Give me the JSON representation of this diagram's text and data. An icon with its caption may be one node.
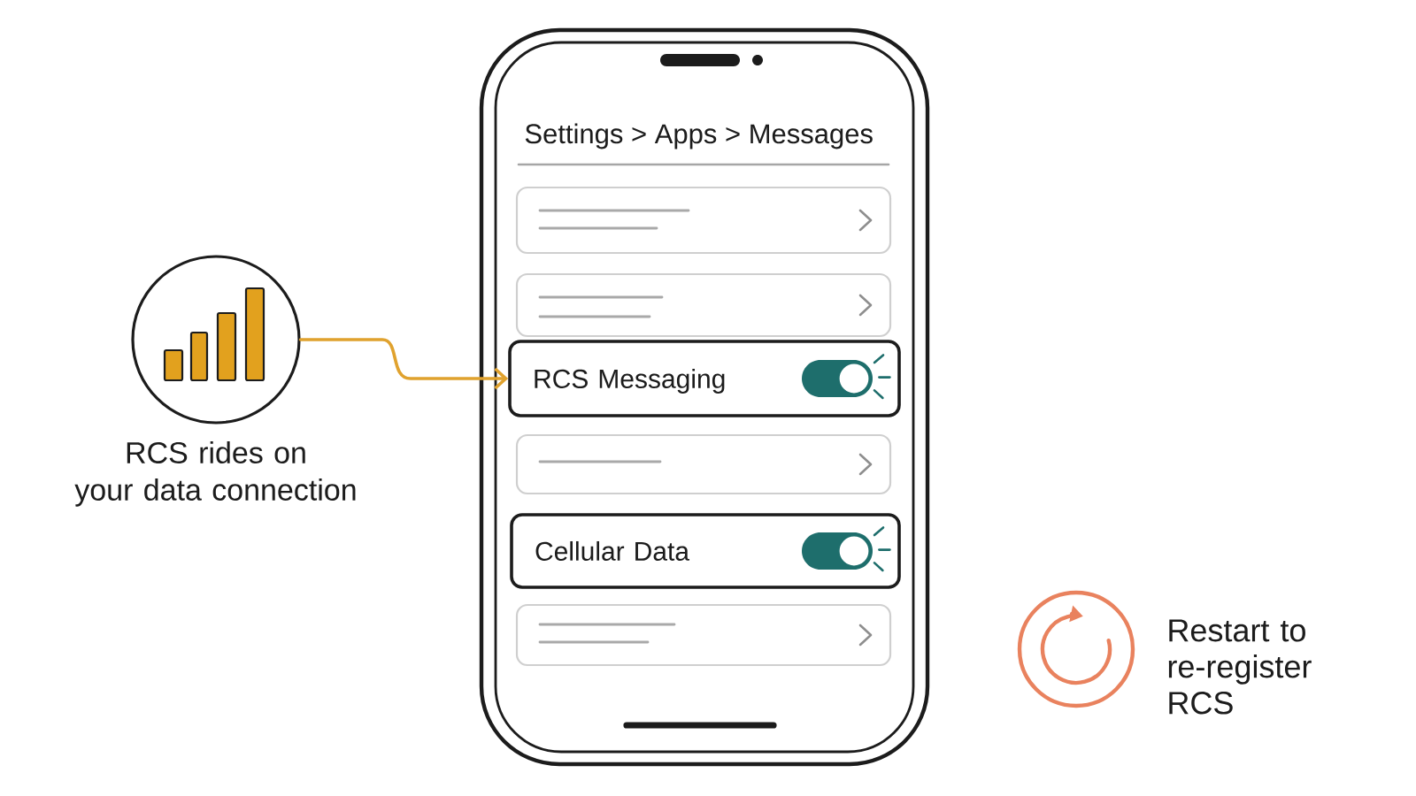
{
  "diagram": {
    "nodes": [
      {
        "text": [],
        "shape": "circle",
        "beside": [
          "RCS rides on your data connection"
        ]
      },
      {
        "text": [
          "Settings > Apps > Messages"
        ]
      },
      {
        "text": [],
        "shape": "box",
        "in": 1
      },
      {
        "text": [],
        "shape": "box",
        "in": 1
      },
      {
        "text": [
          "RCS Messaging"
        ],
        "in": 1
      },
      {
        "text": [],
        "shape": "box",
        "in": 1
      },
      {
        "text": [
          "Cellular Data"
        ],
        "in": 1
      },
      {
        "text": [],
        "shape": "box",
        "in": 1
      },
      {
        "text": [],
        "shape": "circle",
        "beside": [
          "Restart to re-register RCS"
        ]
      }
    ],
    "edges": [
      {
        "from": 0,
        "to": 4,
        "arrow": "to"
      }
    ]
  }
}
